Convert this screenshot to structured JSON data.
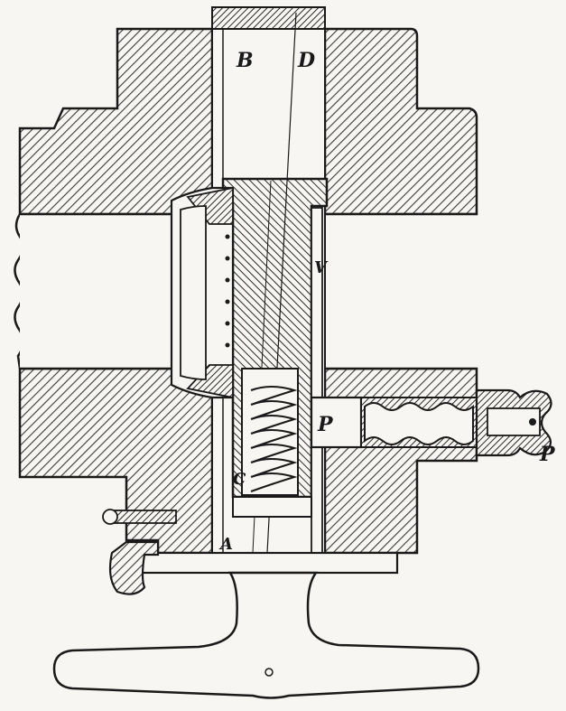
{
  "labels": {
    "b": "B",
    "d": "D",
    "v": "V",
    "p_slider": "P",
    "p_plunger": "P",
    "c": "C",
    "a": "A"
  },
  "colors": {
    "ink": "#1a1a1a",
    "paper": "#f7f6f2",
    "hatch": "#3a3a3a"
  }
}
